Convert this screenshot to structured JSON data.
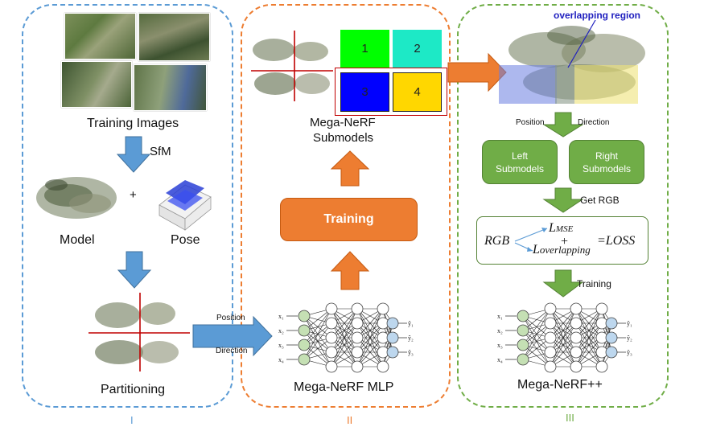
{
  "panels": {
    "one": {
      "roman": "I",
      "color": "#5b9bd5"
    },
    "two": {
      "roman": "II",
      "color": "#ed7d31"
    },
    "three": {
      "roman": "III",
      "color": "#70ad47"
    }
  },
  "panel1": {
    "training_images": "Training Images",
    "sfm": "SfM",
    "plus": "+",
    "model": "Model",
    "pose": "Pose",
    "partitioning": "Partitioning",
    "position": "Position",
    "direction": "Direction"
  },
  "panel2": {
    "quadrants": [
      "1",
      "2",
      "3",
      "4"
    ],
    "quadrant_colors": [
      "#00ff00",
      "#1de9c6",
      "#0000ff",
      "#ffd700"
    ],
    "submodels_line1": "Mega-NeRF",
    "submodels_line2": "Submodels",
    "training": "Training",
    "mlp": "Mega-NeRF MLP"
  },
  "panel3": {
    "overlapping_region": "overlapping region",
    "position": "Position",
    "direction": "Direction",
    "left_line1": "Left",
    "left_line2": "Submodels",
    "right_line1": "Right",
    "right_line2": "Submodels",
    "get_rgb": "Get RGB",
    "formula": {
      "rgb": "RGB",
      "l": "L",
      "mse": "MSE",
      "plus": "+",
      "overlapping": "overlapping",
      "equals_loss": "=LOSS"
    },
    "training": "Training",
    "name": "Mega-NeRF++"
  },
  "network": {
    "inputs": [
      "x₁",
      "x₂",
      "x₃",
      "x₄"
    ],
    "outputs": [
      "ŷ₁",
      "ŷ₂",
      "ŷ₃"
    ],
    "colors": {
      "input": "#c5e0b4",
      "hidden": "#ffffff",
      "output": "#bdd7ee"
    }
  },
  "colors": {
    "blue_arrow": "#5b9bd5",
    "orange_arrow": "#ed7d31",
    "green_arrow": "#70ad47",
    "partition_line": "#c00000",
    "overlap_text": "#1f1fbf"
  }
}
